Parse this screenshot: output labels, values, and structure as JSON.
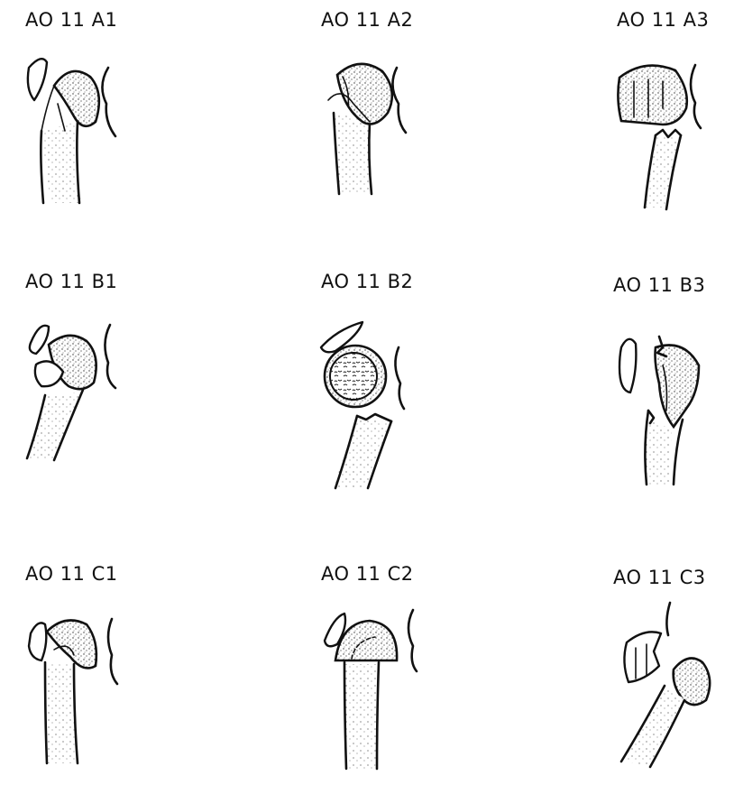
{
  "figures": [
    {
      "label": "AO 11 A1"
    },
    {
      "label": "AO 11 A2"
    },
    {
      "label": "AO 11 A3"
    },
    {
      "label": "AO 11 B1"
    },
    {
      "label": "AO 11 B2"
    },
    {
      "label": "AO 11 B3"
    },
    {
      "label": "AO 11 C1"
    },
    {
      "label": "AO 11 C2"
    },
    {
      "label": "AO 11 C3"
    }
  ]
}
